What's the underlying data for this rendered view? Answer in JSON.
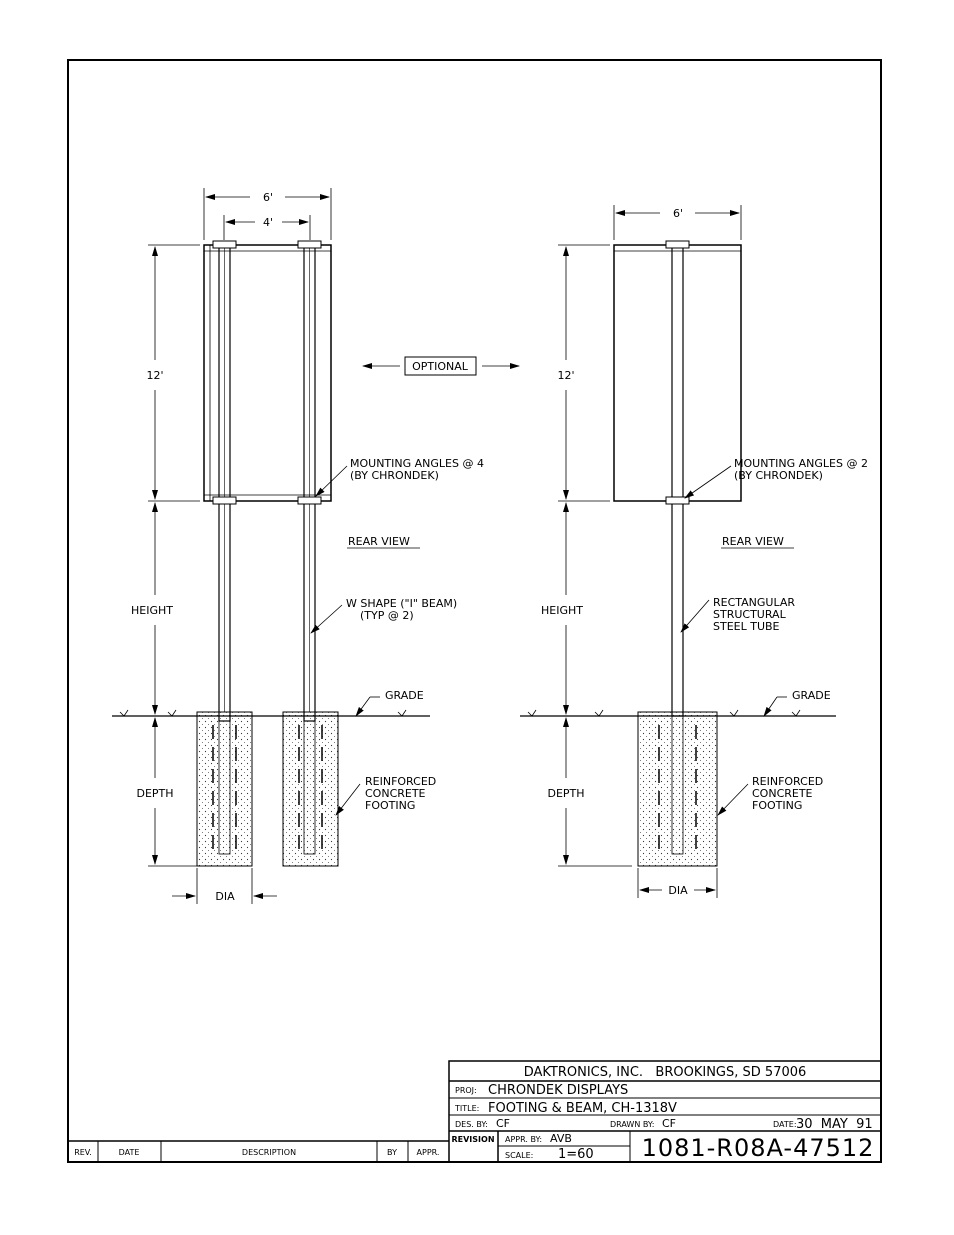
{
  "drawing": {
    "left_view": {
      "width_outer": "6'",
      "width_inner": "4'",
      "height_sign": "12'",
      "mounting_note": [
        "MOUNTING ANGLES @ 4",
        "(BY CHRONDEK)"
      ],
      "view_title": "REAR VIEW",
      "height_label": "HEIGHT",
      "beam_note": [
        "W SHAPE (\"I\" BEAM)",
        "(TYP @ 2)"
      ],
      "grade_label": "GRADE",
      "depth_label": "DEPTH",
      "footing_note": [
        "REINFORCED",
        "CONCRETE",
        "FOOTING"
      ],
      "dia_label": "DIA"
    },
    "optional_label": "OPTIONAL",
    "right_view": {
      "width_outer": "6'",
      "height_sign": "12'",
      "mounting_note": [
        "MOUNTING ANGLES @ 2",
        "(BY CHRONDEK)"
      ],
      "view_title": "REAR VIEW",
      "height_label": "HEIGHT",
      "tube_note": [
        "RECTANGULAR",
        "STRUCTURAL",
        "STEEL TUBE"
      ],
      "grade_label": "GRADE",
      "depth_label": "DEPTH",
      "footing_note": [
        "REINFORCED",
        "CONCRETE",
        "FOOTING"
      ],
      "dia_label": "DIA"
    }
  },
  "title_block": {
    "company": "DAKTRONICS, INC.   BROOKINGS, SD 57006",
    "proj_label": "PROJ:",
    "proj_value": "CHRONDEK DISPLAYS",
    "title_label": "TITLE:",
    "title_value": "FOOTING & BEAM, CH-1318V",
    "des_label": "DES. BY:",
    "des_value": "CF",
    "drawn_label": "DRAWN BY:",
    "drawn_value": "CF",
    "date_label": "DATE:",
    "date_value": "30  MAY  91",
    "revision_label": "REVISION",
    "appr_label": "APPR. BY:",
    "appr_value": "AVB",
    "scale_label": "SCALE:",
    "scale_value": "1=60",
    "drawing_number": "1081-R08A-47512"
  },
  "revision_block": {
    "columns": [
      "REV.",
      "DATE",
      "DESCRIPTION",
      "BY",
      "APPR."
    ]
  }
}
